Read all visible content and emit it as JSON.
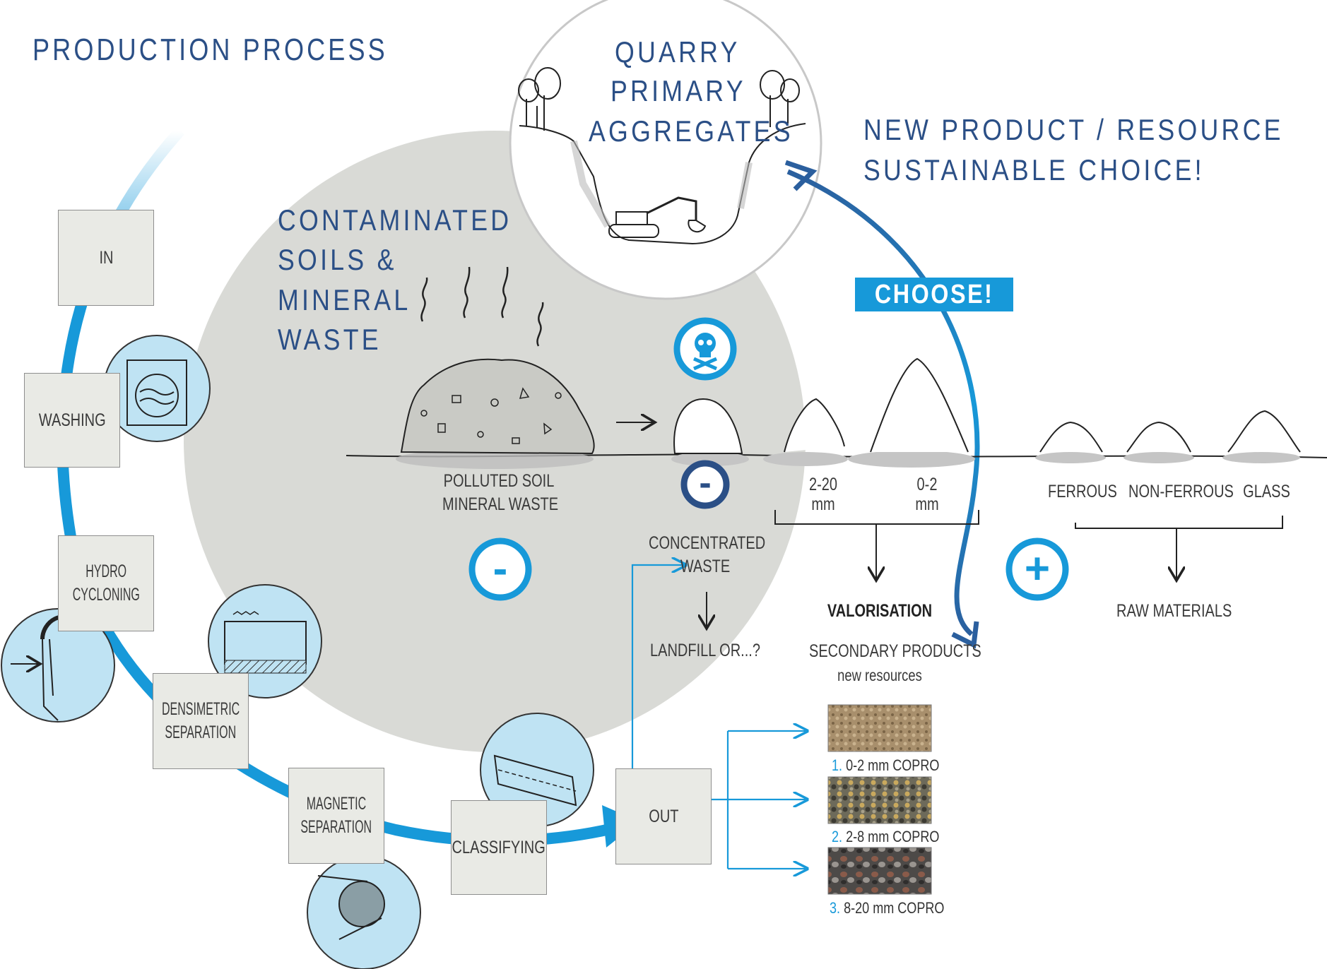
{
  "title": "PRODUCTION PROCESS",
  "quarry": {
    "line1": "QUARRY",
    "line2": "PRIMARY",
    "line3": "AGGREGATES"
  },
  "new_product": {
    "line1": "NEW PRODUCT / RESOURCE",
    "line2": "SUSTAINABLE CHOICE!"
  },
  "choose_label": "CHOOSE!",
  "contaminated": {
    "line1": "CONTAMINATED",
    "line2": "SOILS &",
    "line3": "MINERAL",
    "line4": "WASTE"
  },
  "process_steps": {
    "in": "IN",
    "washing": "WASHING",
    "hydro_line1": "HYDRO",
    "hydro_line2": "CYCLONING",
    "densimetric_line1": "DENSIMETRIC",
    "densimetric_line2": "SEPARATION",
    "magnetic_line1": "MAGNETIC",
    "magnetic_line2": "SEPARATION",
    "classifying": "CLASSIFYING",
    "out": "OUT"
  },
  "labels": {
    "polluted_line1": "POLLUTED SOIL",
    "polluted_line2": "MINERAL WASTE",
    "concentrated_line1": "CONCENTRATED",
    "concentrated_line2": "WASTE",
    "landfill": "LANDFILL OR...?",
    "fraction_a_line1": "2-20",
    "fraction_a_line2": "mm",
    "fraction_b_line1": "0-2",
    "fraction_b_line2": "mm",
    "ferrous": "FERROUS",
    "non_ferrous": "NON-FERROUS",
    "glass": "GLASS",
    "valorisation": "VALORISATION",
    "secondary": "SECONDARY PRODUCTS",
    "new_resources": "new resources",
    "raw_materials": "RAW MATERIALS"
  },
  "products": [
    {
      "num": "1.",
      "label": "0-2 mm COPRO"
    },
    {
      "num": "2.",
      "label": "2-8 mm COPRO"
    },
    {
      "num": "3.",
      "label": "8-20 mm COPRO"
    }
  ],
  "symbols": {
    "minus": "-",
    "plus": "+"
  },
  "colors": {
    "accent": "#1799d9",
    "dark_blue": "#2b4f86",
    "grey_circle": "#d9dad6",
    "step_circle": "#bfe3f3",
    "box_fill": "#e9eae5"
  }
}
